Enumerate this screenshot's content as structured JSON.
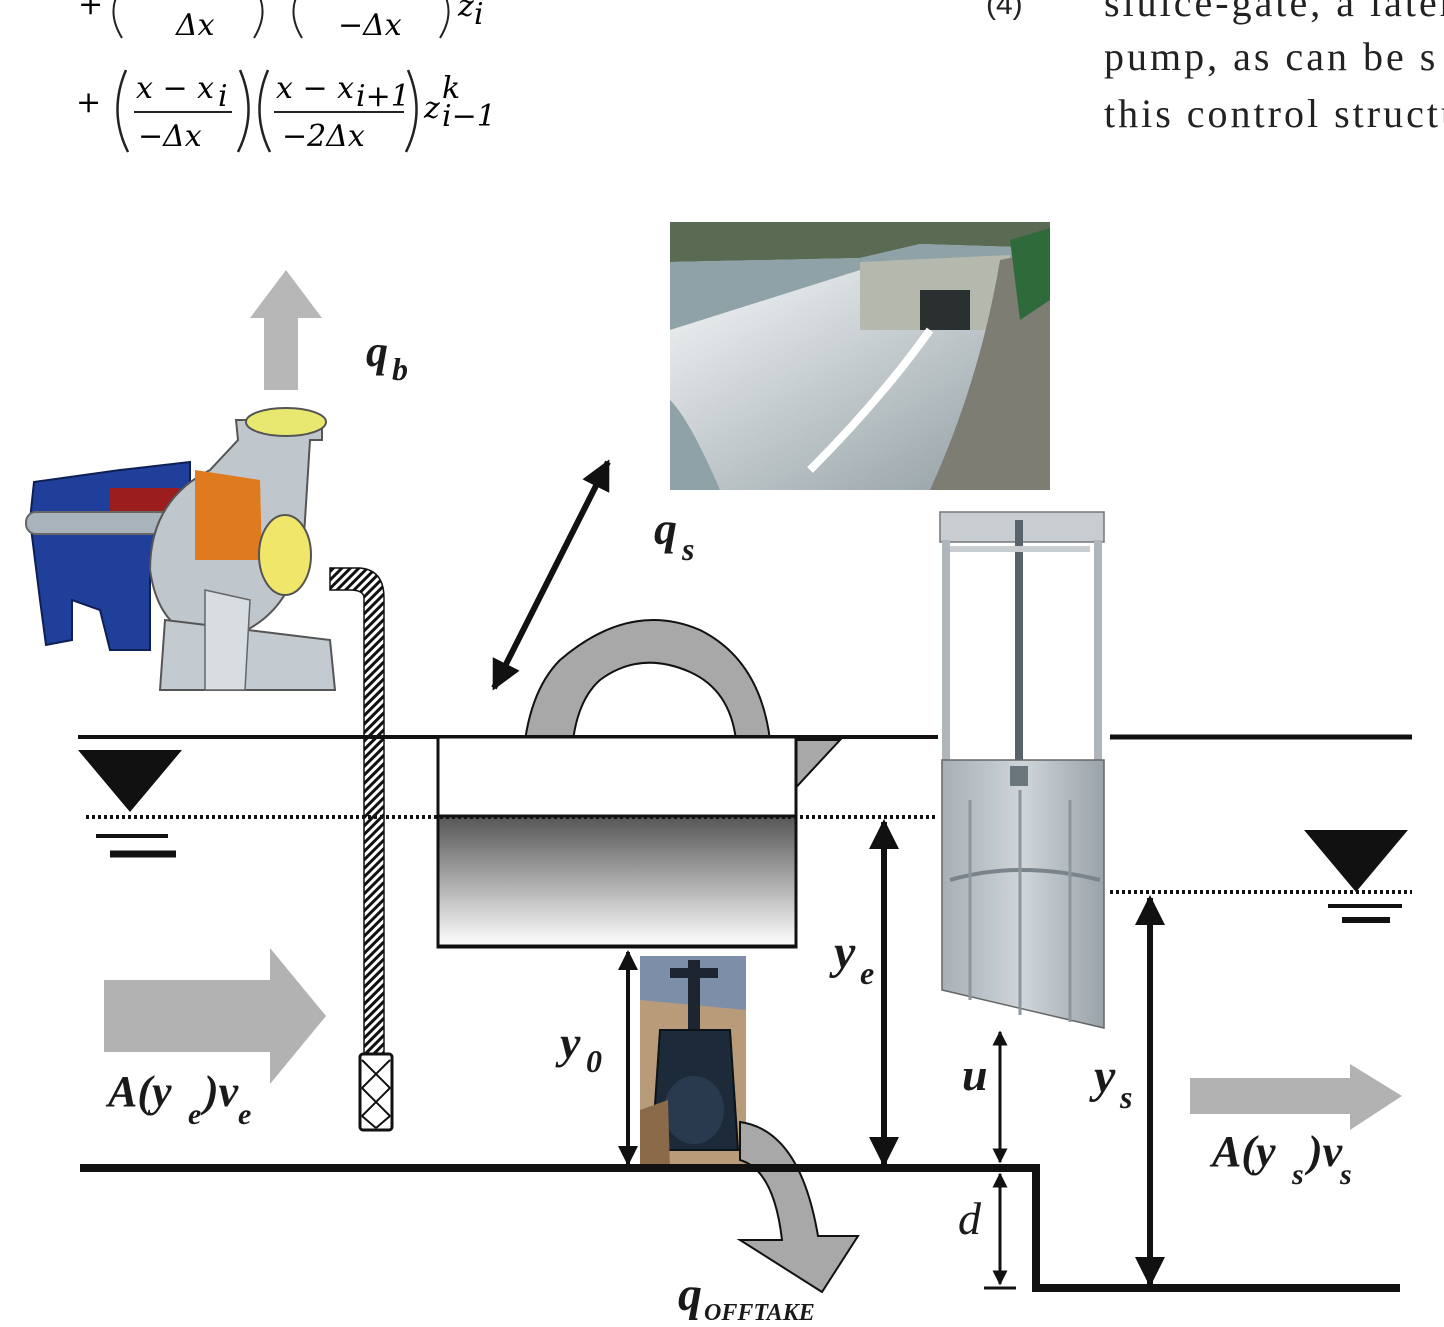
{
  "equation": {
    "line1_tail": "Δx",
    "line1_mid": "−Δx",
    "line1_sym": "z",
    "line1_sub": "i",
    "line2_num1": "x − x",
    "line2_num1_sub": "i",
    "line2_den1": "−Δx",
    "line2_num2": "x − x",
    "line2_num2_sub": "i+1",
    "line2_den2": "−2Δx",
    "line2_sym": "z",
    "line2_sup": "k",
    "line2_sub": "i−1",
    "number": "(4)"
  },
  "prose": {
    "line1": "sluice-gate, a later",
    "line2": "pump, as can be s",
    "line3": "this control structu"
  },
  "labels": {
    "qb": "q",
    "qb_sub": "b",
    "qs": "q",
    "qs_sub": "s",
    "ye": "y",
    "ye_sub": "e",
    "y0": "y",
    "y0_sub": "0",
    "u": "u",
    "ys": "y",
    "ys_sub": "s",
    "d": "d",
    "inflow_A": "A(y",
    "inflow_sub1": "e",
    "inflow_v": ")v",
    "inflow_sub2": "e",
    "outflow_A": "A(y",
    "outflow_sub1": "s",
    "outflow_v": ")v",
    "outflow_sub2": "s",
    "offtake_q": "q",
    "offtake_sub": "OFFTAKE"
  }
}
